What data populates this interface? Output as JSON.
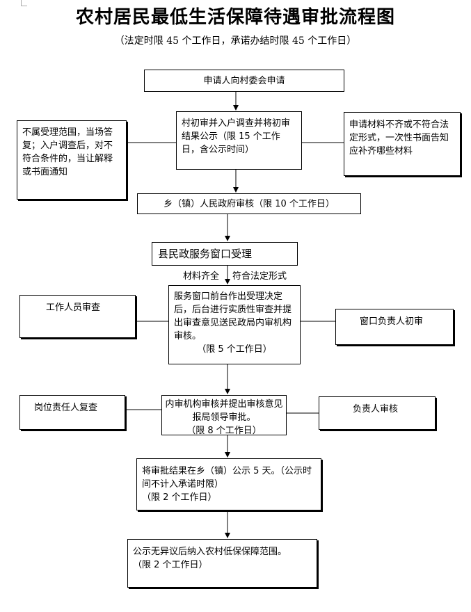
{
  "title": "农村居民最低生活保障待遇审批流程图",
  "subtitle": "（法定时限 45 个工作日，承诺办结时限 45 个工作日）",
  "steps": {
    "apply": "申请人向村委会申请",
    "village_review": "村初审并入户调查并将初审结果公示（限 15 个工作日，含公示时间）",
    "reject_note": "不属受理范围，当场答复；入户调查后，对不符合条件的，当让解释或书面通知",
    "incomplete_note": "申请材料不齐或不符合法定形式，一次性书面告知应补齐哪些材料",
    "town_review": "乡（镇）人民政府审核（限 10 个工作日）",
    "county_window": "县民政服务窗口受理",
    "conditions_left": "材料齐全",
    "conditions_right": "符合法定形式",
    "service_window": "服务窗口前台作出受理决定后，后台进行实质性审查并提出审查意见送民政局内审机构审核。",
    "service_window_limit": "（限 5 个工作日）",
    "staff_review": "工作人员审查",
    "window_head_review": "窗口负责人初审",
    "internal_review": "内审机构审核并提出审核意见报局领导审批。",
    "internal_review_limit": "（限 8 个工作日）",
    "post_review": "岗位责任人复查",
    "head_review": "负责人审核",
    "publicity": "将审批结果在乡（镇）公示 5 天。（公示时间不计入承诺时限）",
    "publicity_limit": "（限 2 个工作日）",
    "final": "公示无异议后纳入农村低保保障范围。",
    "final_limit": "（限 2 个工作日）"
  }
}
